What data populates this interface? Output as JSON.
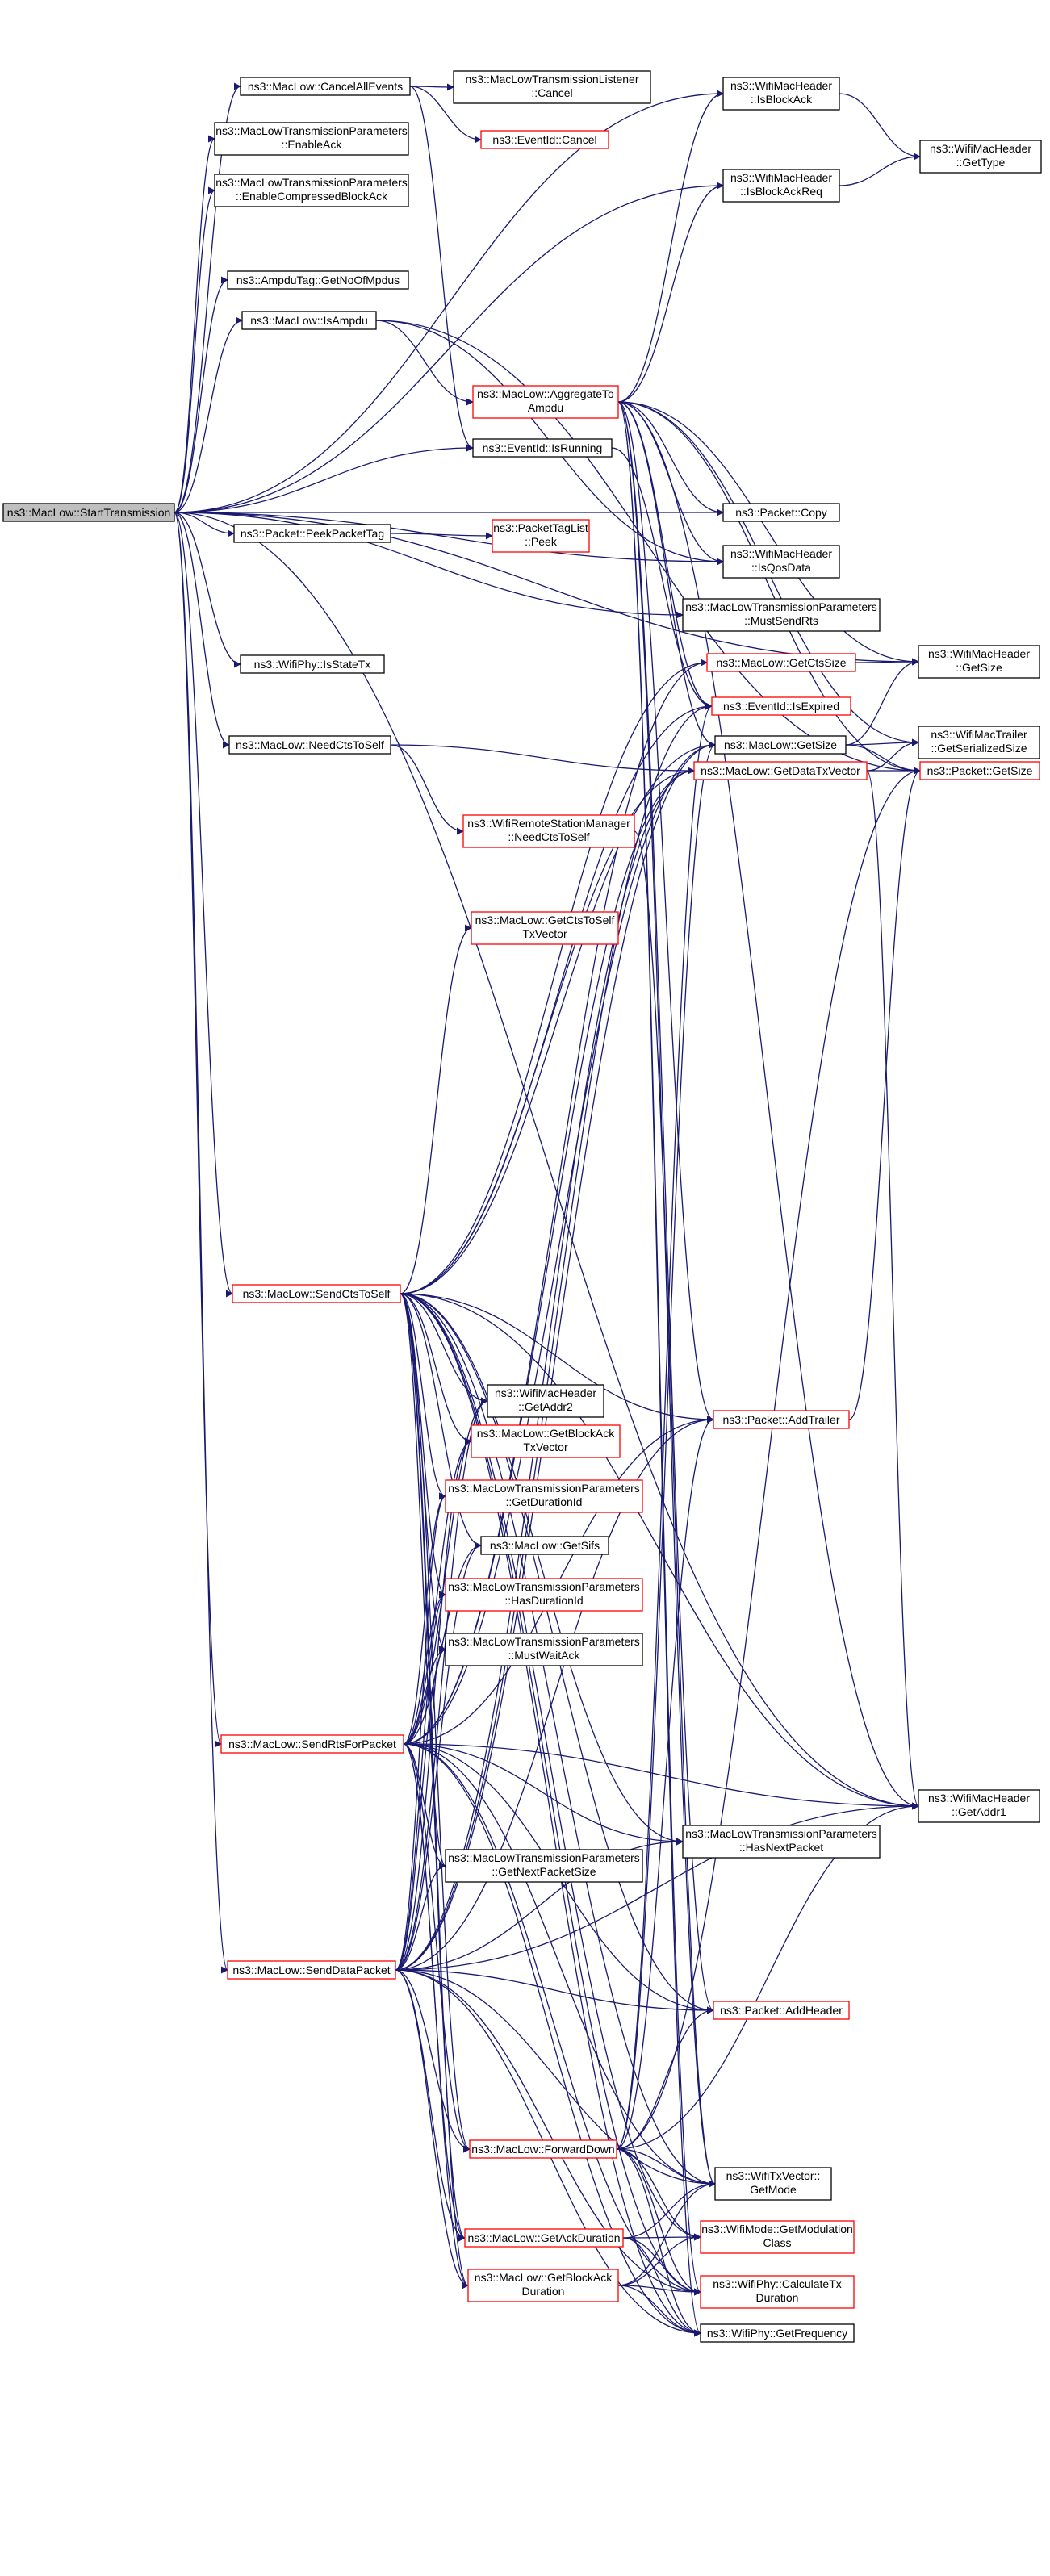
{
  "graph": {
    "colors": {
      "edge": "#191970",
      "root_fill": "#bfbfbf",
      "border_normal": "#000000",
      "border_red": "#ff0000",
      "node_fill": "#ffffff"
    },
    "nodes": [
      {
        "id": "root",
        "lines": [
          "ns3::MacLow::StartTransmission"
        ],
        "style": "root"
      },
      {
        "id": "cancelAll",
        "lines": [
          "ns3::MacLow::CancelAllEvents"
        ],
        "style": "black"
      },
      {
        "id": "enableAck",
        "lines": [
          "ns3::MacLowTransmissionParameters",
          "::EnableAck"
        ],
        "style": "black"
      },
      {
        "id": "enableCBA",
        "lines": [
          "ns3::MacLowTransmissionParameters",
          "::EnableCompressedBlockAck"
        ],
        "style": "black"
      },
      {
        "id": "ampduTag",
        "lines": [
          "ns3::AmpduTag::GetNoOfMpdus"
        ],
        "style": "black"
      },
      {
        "id": "isAmpdu",
        "lines": [
          "ns3::MacLow::IsAmpdu"
        ],
        "style": "black"
      },
      {
        "id": "peekTag",
        "lines": [
          "ns3::Packet::PeekPacketTag"
        ],
        "style": "black"
      },
      {
        "id": "isStateTx",
        "lines": [
          "ns3::WifiPhy::IsStateTx"
        ],
        "style": "black"
      },
      {
        "id": "needCts",
        "lines": [
          "ns3::MacLow::NeedCtsToSelf"
        ],
        "style": "black"
      },
      {
        "id": "sendCts",
        "lines": [
          "ns3::MacLow::SendCtsToSelf"
        ],
        "style": "red"
      },
      {
        "id": "sendRts",
        "lines": [
          "ns3::MacLow::SendRtsForPacket"
        ],
        "style": "red"
      },
      {
        "id": "sendData",
        "lines": [
          "ns3::MacLow::SendDataPacket"
        ],
        "style": "red"
      },
      {
        "id": "listenerCancel",
        "lines": [
          "ns3::MacLowTransmissionListener",
          "::Cancel"
        ],
        "style": "black"
      },
      {
        "id": "eventCancel",
        "lines": [
          "ns3::EventId::Cancel"
        ],
        "style": "red"
      },
      {
        "id": "aggregate",
        "lines": [
          "ns3::MacLow::AggregateTo",
          "Ampdu"
        ],
        "style": "red"
      },
      {
        "id": "isRunning",
        "lines": [
          "ns3::EventId::IsRunning"
        ],
        "style": "black"
      },
      {
        "id": "tagListPeek",
        "lines": [
          "ns3::PacketTagList",
          "::Peek"
        ],
        "style": "red"
      },
      {
        "id": "rsmNeedCts",
        "lines": [
          "ns3::WifiRemoteStationManager",
          "::NeedCtsToSelf"
        ],
        "style": "red"
      },
      {
        "id": "ctsTxVector",
        "lines": [
          "ns3::MacLow::GetCtsToSelf",
          "TxVector"
        ],
        "style": "red"
      },
      {
        "id": "getAddr2",
        "lines": [
          "ns3::WifiMacHeader",
          "::GetAddr2"
        ],
        "style": "black"
      },
      {
        "id": "baTxVector",
        "lines": [
          "ns3::MacLow::GetBlockAck",
          "TxVector"
        ],
        "style": "red"
      },
      {
        "id": "getDurId",
        "lines": [
          "ns3::MacLowTransmissionParameters",
          "::GetDurationId"
        ],
        "style": "red"
      },
      {
        "id": "getSifs",
        "lines": [
          "ns3::MacLow::GetSifs"
        ],
        "style": "black"
      },
      {
        "id": "hasDurId",
        "lines": [
          "ns3::MacLowTransmissionParameters",
          "::HasDurationId"
        ],
        "style": "red"
      },
      {
        "id": "mustWaitAck",
        "lines": [
          "ns3::MacLowTransmissionParameters",
          "::MustWaitAck"
        ],
        "style": "black"
      },
      {
        "id": "getNextPktSize",
        "lines": [
          "ns3::MacLowTransmissionParameters",
          "::GetNextPacketSize"
        ],
        "style": "black"
      },
      {
        "id": "forwardDown",
        "lines": [
          "ns3::MacLow::ForwardDown"
        ],
        "style": "red"
      },
      {
        "id": "ackDuration",
        "lines": [
          "ns3::MacLow::GetAckDuration"
        ],
        "style": "red"
      },
      {
        "id": "baDuration",
        "lines": [
          "ns3::MacLow::GetBlockAck",
          "Duration"
        ],
        "style": "red"
      },
      {
        "id": "isBlockAck",
        "lines": [
          "ns3::WifiMacHeader",
          "::IsBlockAck"
        ],
        "style": "black"
      },
      {
        "id": "isBlockAckReq",
        "lines": [
          "ns3::WifiMacHeader",
          "::IsBlockAckReq"
        ],
        "style": "black"
      },
      {
        "id": "packetCopy",
        "lines": [
          "ns3::Packet::Copy"
        ],
        "style": "black"
      },
      {
        "id": "isQosData",
        "lines": [
          "ns3::WifiMacHeader",
          "::IsQosData"
        ],
        "style": "black"
      },
      {
        "id": "mustSendRts",
        "lines": [
          "ns3::MacLowTransmissionParameters",
          "::MustSendRts"
        ],
        "style": "black"
      },
      {
        "id": "getCtsSize",
        "lines": [
          "ns3::MacLow::GetCtsSize"
        ],
        "style": "red"
      },
      {
        "id": "isExpired",
        "lines": [
          "ns3::EventId::IsExpired"
        ],
        "style": "red"
      },
      {
        "id": "macGetSize",
        "lines": [
          "ns3::MacLow::GetSize"
        ],
        "style": "black"
      },
      {
        "id": "dataTxVector",
        "lines": [
          "ns3::MacLow::GetDataTxVector"
        ],
        "style": "red"
      },
      {
        "id": "addTrailer",
        "lines": [
          "ns3::Packet::AddTrailer"
        ],
        "style": "red"
      },
      {
        "id": "hasNextPkt",
        "lines": [
          "ns3::MacLowTransmissionParameters",
          "::HasNextPacket"
        ],
        "style": "black"
      },
      {
        "id": "addHeader",
        "lines": [
          "ns3::Packet::AddHeader"
        ],
        "style": "red"
      },
      {
        "id": "getMode",
        "lines": [
          "ns3::WifiTxVector::",
          "GetMode"
        ],
        "style": "black"
      },
      {
        "id": "modClass",
        "lines": [
          "ns3::WifiMode::GetModulation",
          "Class"
        ],
        "style": "red"
      },
      {
        "id": "calcTxDur",
        "lines": [
          "ns3::WifiPhy::CalculateTx",
          "Duration"
        ],
        "style": "red"
      },
      {
        "id": "getFreq",
        "lines": [
          "ns3::WifiPhy::GetFrequency"
        ],
        "style": "black"
      },
      {
        "id": "getType",
        "lines": [
          "ns3::WifiMacHeader",
          "::GetType"
        ],
        "style": "black"
      },
      {
        "id": "hdrGetSize",
        "lines": [
          "ns3::WifiMacHeader",
          "::GetSize"
        ],
        "style": "black"
      },
      {
        "id": "trailerSize",
        "lines": [
          "ns3::WifiMacTrailer",
          "::GetSerializedSize"
        ],
        "style": "black"
      },
      {
        "id": "pktGetSize",
        "lines": [
          "ns3::Packet::GetSize"
        ],
        "style": "red"
      },
      {
        "id": "getAddr1",
        "lines": [
          "ns3::WifiMacHeader",
          "::GetAddr1"
        ],
        "style": "black"
      }
    ],
    "edges": [
      [
        "root",
        "cancelAll"
      ],
      [
        "root",
        "enableAck"
      ],
      [
        "root",
        "enableCBA"
      ],
      [
        "root",
        "ampduTag"
      ],
      [
        "root",
        "isAmpdu"
      ],
      [
        "root",
        "peekTag"
      ],
      [
        "root",
        "isStateTx"
      ],
      [
        "root",
        "needCts"
      ],
      [
        "root",
        "sendCts"
      ],
      [
        "root",
        "sendRts"
      ],
      [
        "root",
        "sendData"
      ],
      [
        "root",
        "isBlockAck"
      ],
      [
        "root",
        "isBlockAckReq"
      ],
      [
        "root",
        "isRunning"
      ],
      [
        "root",
        "packetCopy"
      ],
      [
        "root",
        "isQosData"
      ],
      [
        "root",
        "mustSendRts"
      ],
      [
        "root",
        "hdrGetSize"
      ],
      [
        "root",
        "getAddr1"
      ],
      [
        "cancelAll",
        "listenerCancel"
      ],
      [
        "cancelAll",
        "eventCancel"
      ],
      [
        "cancelAll",
        "isRunning"
      ],
      [
        "isAmpdu",
        "aggregate"
      ],
      [
        "isAmpdu",
        "isQosData"
      ],
      [
        "isAmpdu",
        "pktGetSize"
      ],
      [
        "peekTag",
        "tagListPeek"
      ],
      [
        "needCts",
        "rsmNeedCts"
      ],
      [
        "needCts",
        "dataTxVector"
      ],
      [
        "aggregate",
        "isBlockAck"
      ],
      [
        "aggregate",
        "isBlockAckReq"
      ],
      [
        "aggregate",
        "packetCopy"
      ],
      [
        "aggregate",
        "isQosData"
      ],
      [
        "aggregate",
        "hdrGetSize"
      ],
      [
        "aggregate",
        "trailerSize"
      ],
      [
        "aggregate",
        "pktGetSize"
      ],
      [
        "aggregate",
        "macGetSize"
      ],
      [
        "aggregate",
        "addTrailer"
      ],
      [
        "aggregate",
        "addHeader"
      ],
      [
        "aggregate",
        "getAddr1"
      ],
      [
        "aggregate",
        "isExpired"
      ],
      [
        "aggregate",
        "getMode"
      ],
      [
        "aggregate",
        "calcTxDur"
      ],
      [
        "aggregate",
        "getFreq"
      ],
      [
        "isRunning",
        "isExpired"
      ],
      [
        "isBlockAck",
        "getType"
      ],
      [
        "isBlockAckReq",
        "getType"
      ],
      [
        "getCtsSize",
        "hdrGetSize"
      ],
      [
        "macGetSize",
        "hdrGetSize"
      ],
      [
        "macGetSize",
        "trailerSize"
      ],
      [
        "macGetSize",
        "pktGetSize"
      ],
      [
        "dataTxVector",
        "getAddr1"
      ],
      [
        "dataTxVector",
        "pktGetSize"
      ],
      [
        "dataTxVector",
        "trailerSize"
      ],
      [
        "addTrailer",
        "pktGetSize"
      ],
      [
        "rsmNeedCts",
        "getMode"
      ],
      [
        "sendCts",
        "getCtsSize"
      ],
      [
        "sendCts",
        "isExpired"
      ],
      [
        "sendCts",
        "macGetSize"
      ],
      [
        "sendCts",
        "dataTxVector"
      ],
      [
        "sendCts",
        "ctsTxVector"
      ],
      [
        "sendCts",
        "getAddr2"
      ],
      [
        "sendCts",
        "baTxVector"
      ],
      [
        "sendCts",
        "getDurId"
      ],
      [
        "sendCts",
        "getSifs"
      ],
      [
        "sendCts",
        "hasDurId"
      ],
      [
        "sendCts",
        "mustWaitAck"
      ],
      [
        "sendCts",
        "addTrailer"
      ],
      [
        "sendCts",
        "hasNextPkt"
      ],
      [
        "sendCts",
        "getNextPktSize"
      ],
      [
        "sendCts",
        "addHeader"
      ],
      [
        "sendCts",
        "forwardDown"
      ],
      [
        "sendCts",
        "ackDuration"
      ],
      [
        "sendCts",
        "baDuration"
      ],
      [
        "sendCts",
        "getMode"
      ],
      [
        "sendCts",
        "calcTxDur"
      ],
      [
        "sendCts",
        "getFreq"
      ],
      [
        "sendCts",
        "getAddr1"
      ],
      [
        "sendCts",
        "modClass"
      ],
      [
        "sendRts",
        "getCtsSize"
      ],
      [
        "sendRts",
        "macGetSize"
      ],
      [
        "sendRts",
        "dataTxVector"
      ],
      [
        "sendRts",
        "getAddr2"
      ],
      [
        "sendRts",
        "baTxVector"
      ],
      [
        "sendRts",
        "getDurId"
      ],
      [
        "sendRts",
        "getSifs"
      ],
      [
        "sendRts",
        "hasDurId"
      ],
      [
        "sendRts",
        "mustWaitAck"
      ],
      [
        "sendRts",
        "addTrailer"
      ],
      [
        "sendRts",
        "hasNextPkt"
      ],
      [
        "sendRts",
        "getNextPktSize"
      ],
      [
        "sendRts",
        "addHeader"
      ],
      [
        "sendRts",
        "forwardDown"
      ],
      [
        "sendRts",
        "ackDuration"
      ],
      [
        "sendRts",
        "baDuration"
      ],
      [
        "sendRts",
        "getMode"
      ],
      [
        "sendRts",
        "calcTxDur"
      ],
      [
        "sendRts",
        "getFreq"
      ],
      [
        "sendRts",
        "getAddr1"
      ],
      [
        "sendData",
        "isExpired"
      ],
      [
        "sendData",
        "macGetSize"
      ],
      [
        "sendData",
        "dataTxVector"
      ],
      [
        "sendData",
        "getAddr2"
      ],
      [
        "sendData",
        "baTxVector"
      ],
      [
        "sendData",
        "getDurId"
      ],
      [
        "sendData",
        "getSifs"
      ],
      [
        "sendData",
        "hasDurId"
      ],
      [
        "sendData",
        "mustWaitAck"
      ],
      [
        "sendData",
        "addTrailer"
      ],
      [
        "sendData",
        "hasNextPkt"
      ],
      [
        "sendData",
        "getNextPktSize"
      ],
      [
        "sendData",
        "addHeader"
      ],
      [
        "sendData",
        "forwardDown"
      ],
      [
        "sendData",
        "ackDuration"
      ],
      [
        "sendData",
        "baDuration"
      ],
      [
        "sendData",
        "getMode"
      ],
      [
        "sendData",
        "calcTxDur"
      ],
      [
        "sendData",
        "getFreq"
      ],
      [
        "sendData",
        "getAddr1"
      ],
      [
        "forwardDown",
        "isExpired"
      ],
      [
        "forwardDown",
        "macGetSize"
      ],
      [
        "forwardDown",
        "addTrailer"
      ],
      [
        "forwardDown",
        "addHeader"
      ],
      [
        "forwardDown",
        "getAddr1"
      ],
      [
        "forwardDown",
        "getMode"
      ],
      [
        "forwardDown",
        "calcTxDur"
      ],
      [
        "forwardDown",
        "getFreq"
      ],
      [
        "forwardDown",
        "pktGetSize"
      ],
      [
        "forwardDown",
        "modClass"
      ],
      [
        "ackDuration",
        "getMode"
      ],
      [
        "ackDuration",
        "modClass"
      ],
      [
        "ackDuration",
        "calcTxDur"
      ],
      [
        "ackDuration",
        "getFreq"
      ],
      [
        "baDuration",
        "getMode"
      ],
      [
        "baDuration",
        "modClass"
      ],
      [
        "baDuration",
        "calcTxDur"
      ],
      [
        "baDuration",
        "getFreq"
      ]
    ]
  }
}
